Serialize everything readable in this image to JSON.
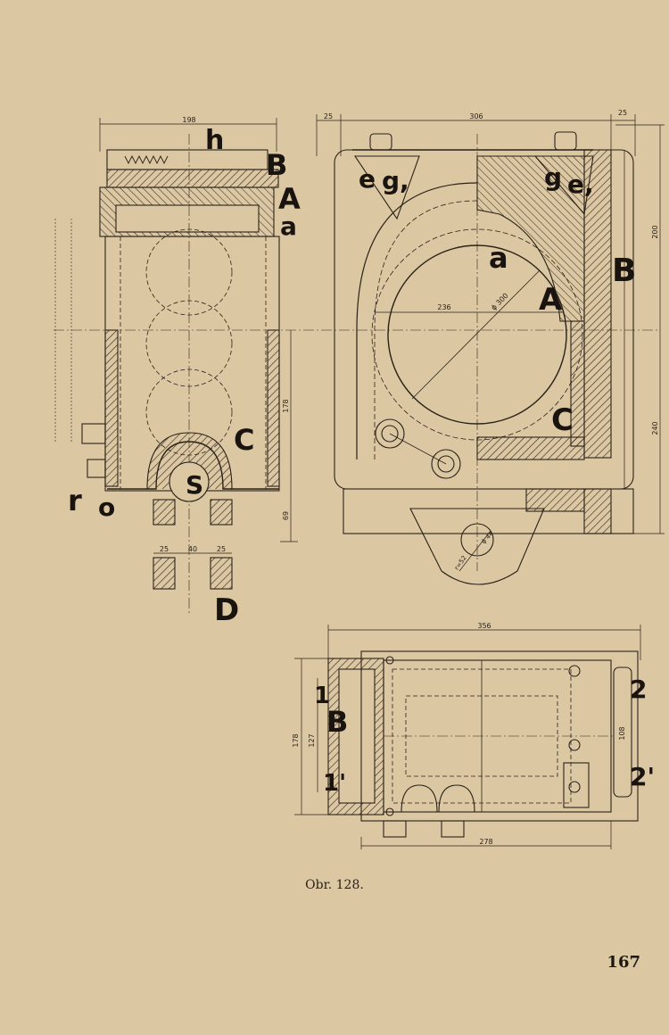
{
  "figure": {
    "caption": "Obr. 128.",
    "page_number": "167"
  },
  "side_view": {
    "labels": {
      "h": "h",
      "B": "B",
      "A": "A",
      "a": "a",
      "C": "C",
      "s": "S",
      "r": "r",
      "o": "o",
      "D": "D"
    },
    "dims": {
      "width_top": "198",
      "height_mid": "178",
      "height_low": "69",
      "foot_left": "25",
      "foot_gap": "40",
      "foot_right": "25"
    }
  },
  "front_view": {
    "labels": {
      "e_left": "e",
      "g_left": "g,",
      "g_right": "g",
      "e_right": "e,",
      "a": "a",
      "B": "B",
      "A": "A",
      "C": "C"
    },
    "dims": {
      "left_margin": "25",
      "width_top": "306",
      "right_margin": "25",
      "radius": "ϕ 300",
      "chord": "236",
      "height_top": "200",
      "height_bottom": "240",
      "hole_small": "ϕ 44",
      "hole_r": "r=52"
    }
  },
  "plan_view": {
    "labels": {
      "one": "1",
      "B": "B",
      "one_prime": "1'",
      "two": "2",
      "two_prime": "2'"
    },
    "dims": {
      "width_top": "356",
      "height_outer": "178",
      "height_inner": "127",
      "width_bottom": "278",
      "right_height": "108"
    }
  },
  "colors": {
    "paper": "#dcc7a3",
    "ink": "#2a2218",
    "hatch": "#3a2e22"
  }
}
